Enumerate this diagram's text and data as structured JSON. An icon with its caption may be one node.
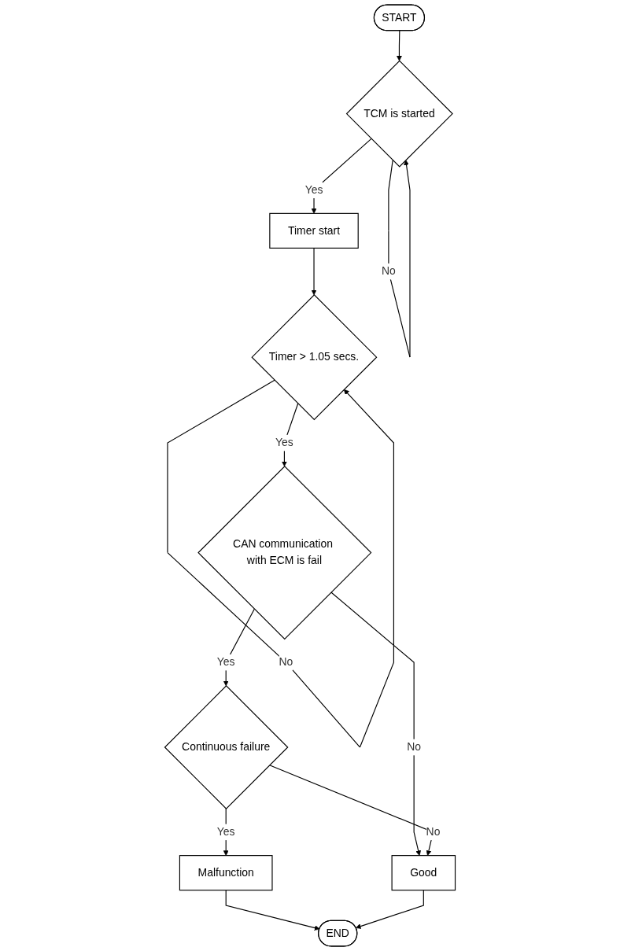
{
  "diagram": {
    "nodes": [
      {
        "text": [
          "START"
        ]
      },
      {
        "text": [
          "TCM is started"
        ]
      },
      {
        "text": [
          "Timer start"
        ]
      },
      {
        "text": [
          "Timer > 1.05 secs."
        ]
      },
      {
        "text": [
          "CAN communication with ECM is fail"
        ]
      },
      {
        "text": [
          "Continuous failure"
        ]
      },
      {
        "text": [
          "Malfunction"
        ]
      },
      {
        "text": [
          "Good"
        ]
      },
      {
        "text": [
          "END"
        ]
      }
    ],
    "edges": [
      {
        "from": 0,
        "to": 1,
        "arrow": "to"
      },
      {
        "from": 1,
        "to": 1,
        "label": "No",
        "arrow": "to"
      },
      {
        "from": 1,
        "to": 2,
        "label": "Yes",
        "arrow": "to"
      },
      {
        "from": 2,
        "to": 3,
        "arrow": "to"
      },
      {
        "from": 3,
        "to": 3,
        "label": "No",
        "arrow": "to"
      },
      {
        "from": 3,
        "to": 4,
        "label": "Yes",
        "arrow": "to"
      },
      {
        "from": 4,
        "to": 7,
        "label": "No",
        "arrow": "to"
      },
      {
        "from": 4,
        "to": 5,
        "label": "Yes",
        "arrow": "to"
      },
      {
        "from": 5,
        "to": 7,
        "label": "No",
        "arrow": "to"
      },
      {
        "from": 5,
        "to": 6,
        "label": "Yes",
        "arrow": "to"
      },
      {
        "from": 6,
        "to": 8,
        "arrow": "to"
      },
      {
        "from": 7,
        "to": 8,
        "arrow": "to"
      }
    ]
  }
}
